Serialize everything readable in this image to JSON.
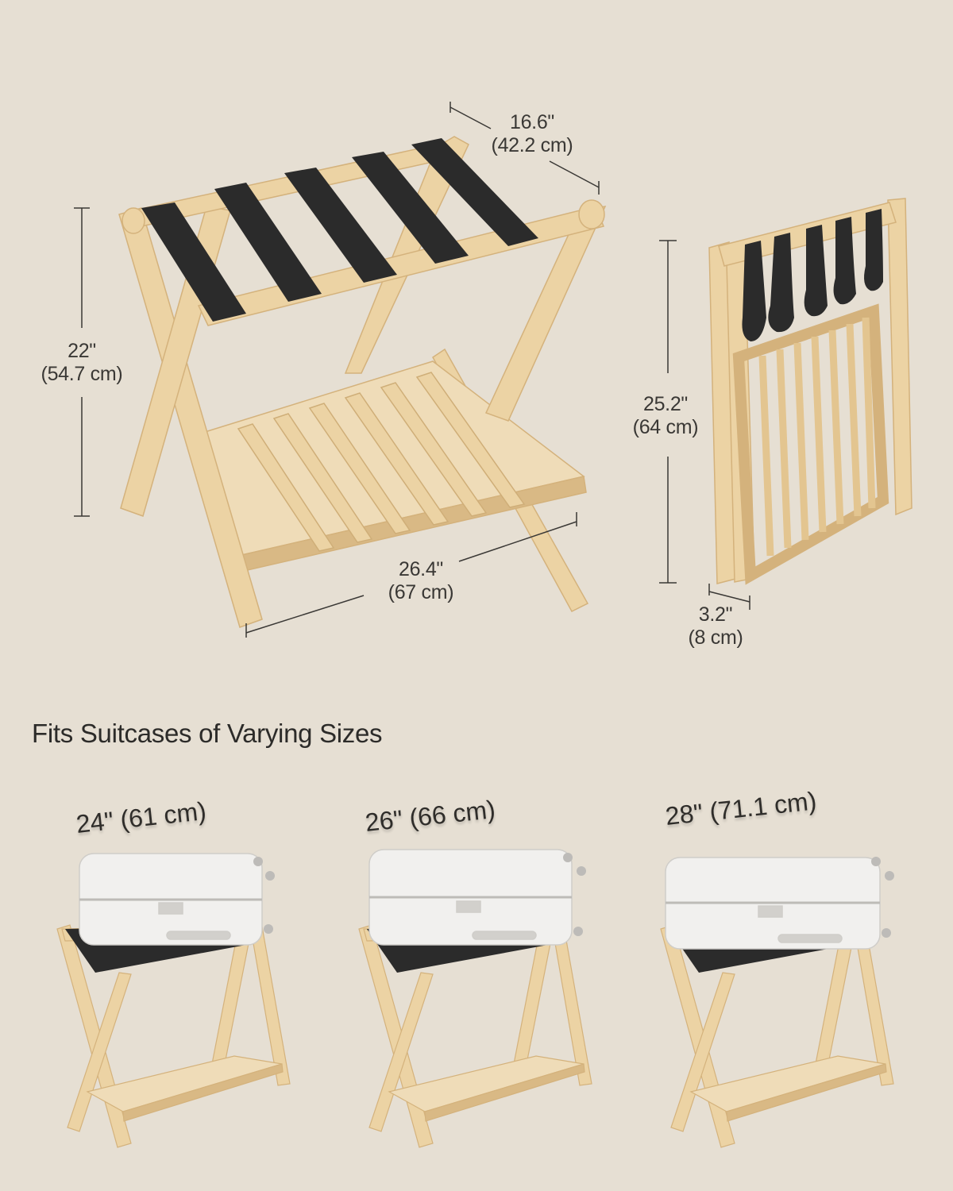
{
  "colors": {
    "background": "#e6dfd3",
    "wood": "#ecd3a4",
    "wood_shade": "#d9b985",
    "strap": "#2b2b2b",
    "dimension_line": "#3a3835",
    "suitcase": "#f1f0ee"
  },
  "main_view": {
    "depth": {
      "inches": "16.6\"",
      "cm": "(42.2 cm)"
    },
    "height": {
      "inches": "22\"",
      "cm": "(54.7 cm)"
    },
    "width": {
      "inches": "26.4\"",
      "cm": "(67 cm)"
    }
  },
  "folded_view": {
    "height": {
      "inches": "25.2\"",
      "cm": "(64 cm)"
    },
    "thickness": {
      "inches": "3.2\"",
      "cm": "(8 cm)"
    }
  },
  "section": {
    "heading": "Fits Suitcases of Varying Sizes",
    "suitcases": [
      {
        "label": "24\" (61 cm)"
      },
      {
        "label": "26\" (66 cm)"
      },
      {
        "label": "28\" (71.1 cm)"
      }
    ]
  }
}
